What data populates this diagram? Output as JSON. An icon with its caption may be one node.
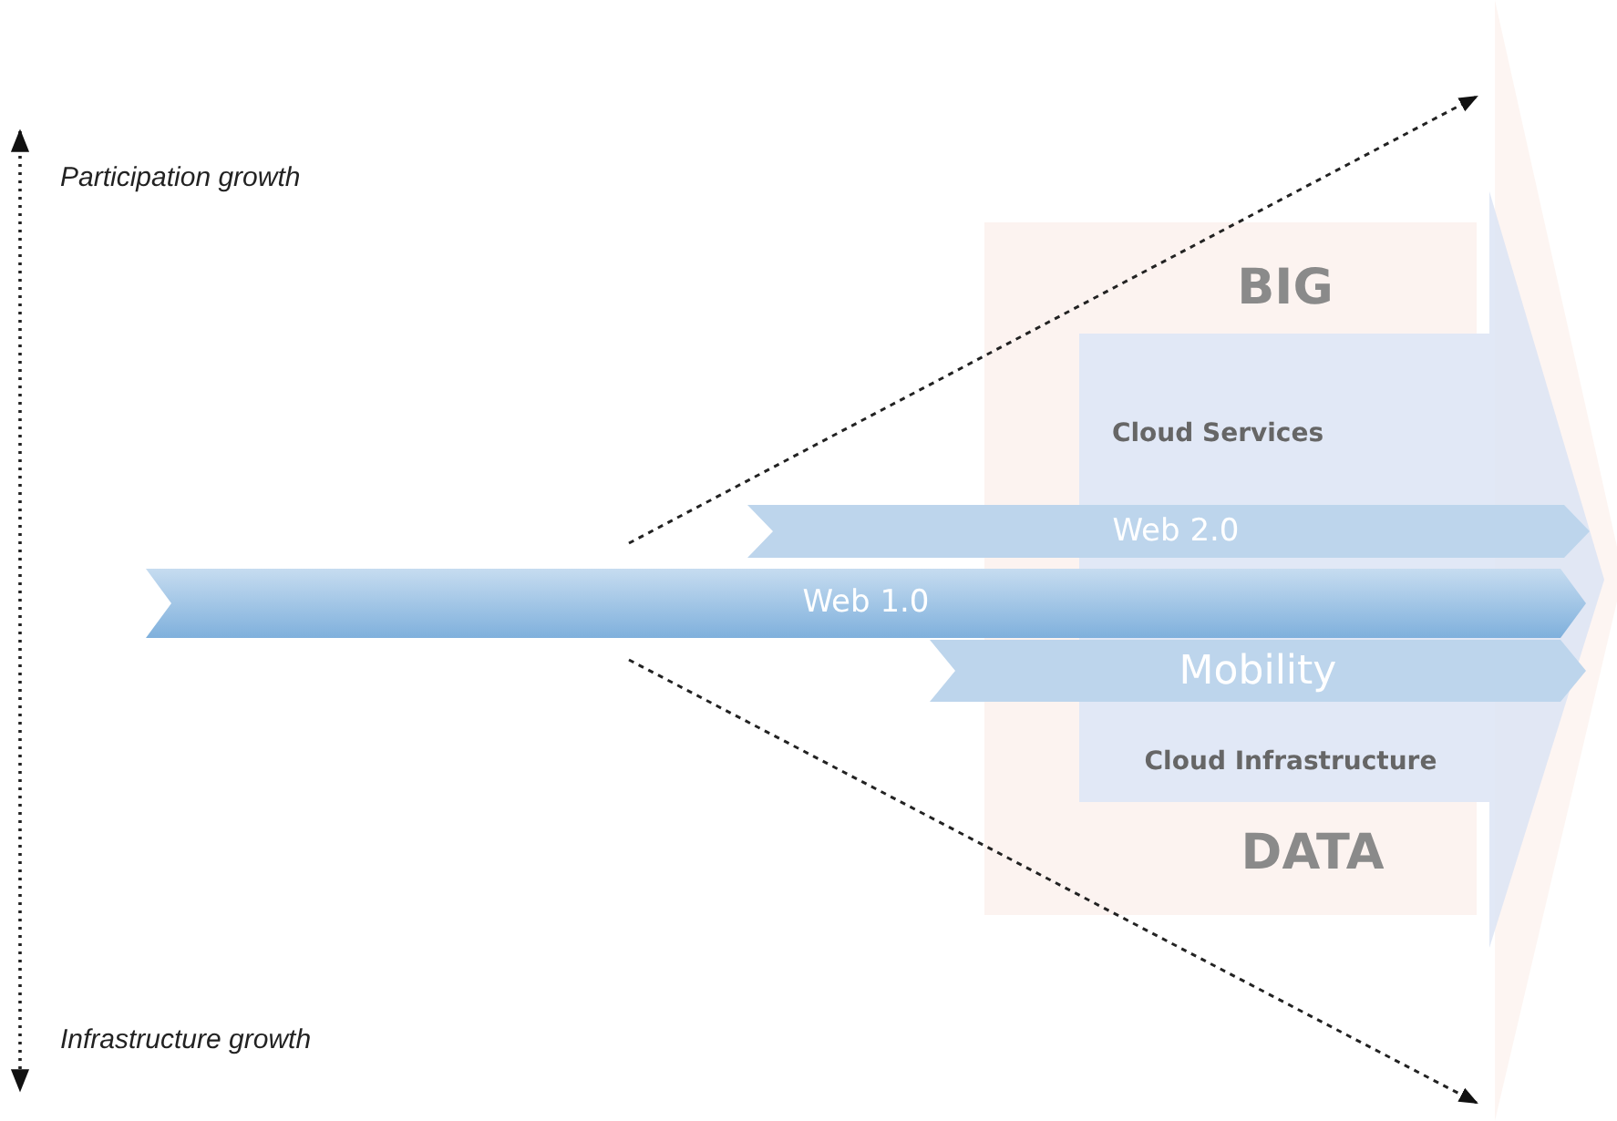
{
  "diagram": {
    "nodes": [
      {
        "text": [
          "BIG"
        ]
      },
      {
        "text": [
          "Cloud Services",
          "Cloud Infrastructure"
        ]
      },
      {
        "text": [
          "Web 2.0"
        ]
      },
      {
        "text": [
          "Web 1.0"
        ]
      },
      {
        "text": [
          "Mobility"
        ]
      },
      {
        "text": [
          "DATA"
        ]
      }
    ],
    "labels": [
      "Participation growth",
      "Infrastructure growth"
    ]
  }
}
